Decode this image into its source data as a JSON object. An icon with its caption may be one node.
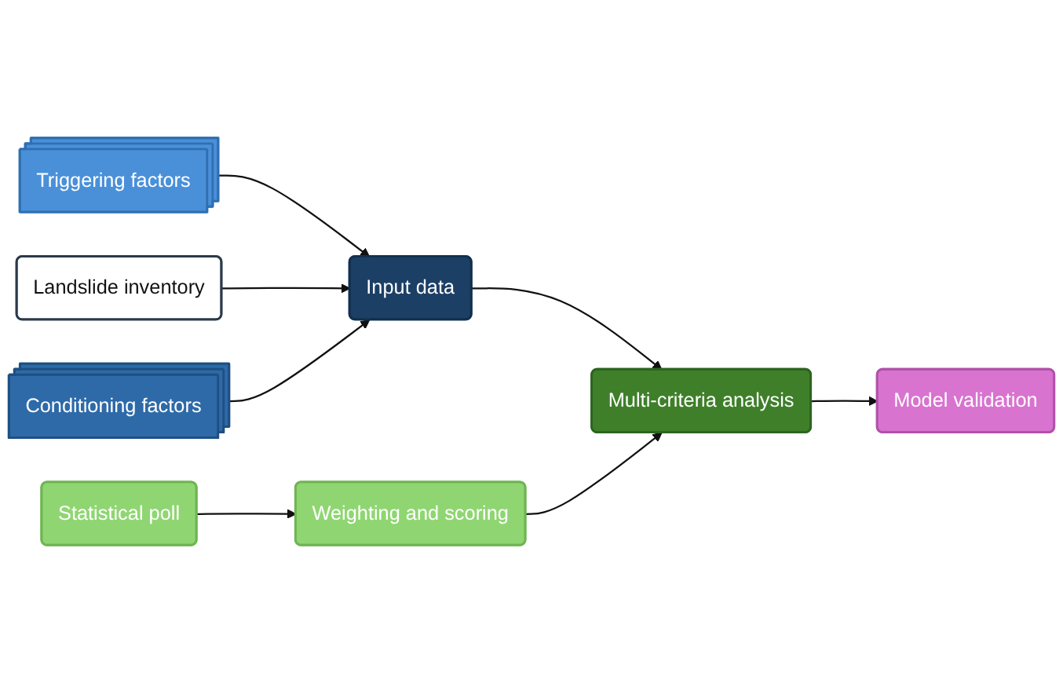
{
  "diagram": {
    "nodes": [
      {
        "text": [
          "Triggering factors"
        ]
      },
      {
        "text": [
          "Landslide inventory"
        ]
      },
      {
        "text": [
          "Input data"
        ]
      },
      {
        "text": [
          "Conditioning factors"
        ]
      },
      {
        "text": [
          "Multi-criteria analysis"
        ]
      },
      {
        "text": [
          "Model validation"
        ]
      },
      {
        "text": [
          "Weighting and scoring"
        ]
      },
      {
        "text": [
          "Statistical poll"
        ]
      }
    ],
    "edges": [
      {
        "from": 0,
        "to": 2,
        "arrow": "to"
      },
      {
        "from": 1,
        "to": 2,
        "arrow": "to"
      },
      {
        "from": 3,
        "to": 2,
        "arrow": "to"
      },
      {
        "from": 2,
        "to": 4,
        "arrow": "to"
      },
      {
        "from": 4,
        "to": 5,
        "arrow": "to"
      },
      {
        "from": 6,
        "to": 4,
        "arrow": "to"
      },
      {
        "from": 7,
        "to": 6,
        "arrow": "to"
      }
    ]
  }
}
